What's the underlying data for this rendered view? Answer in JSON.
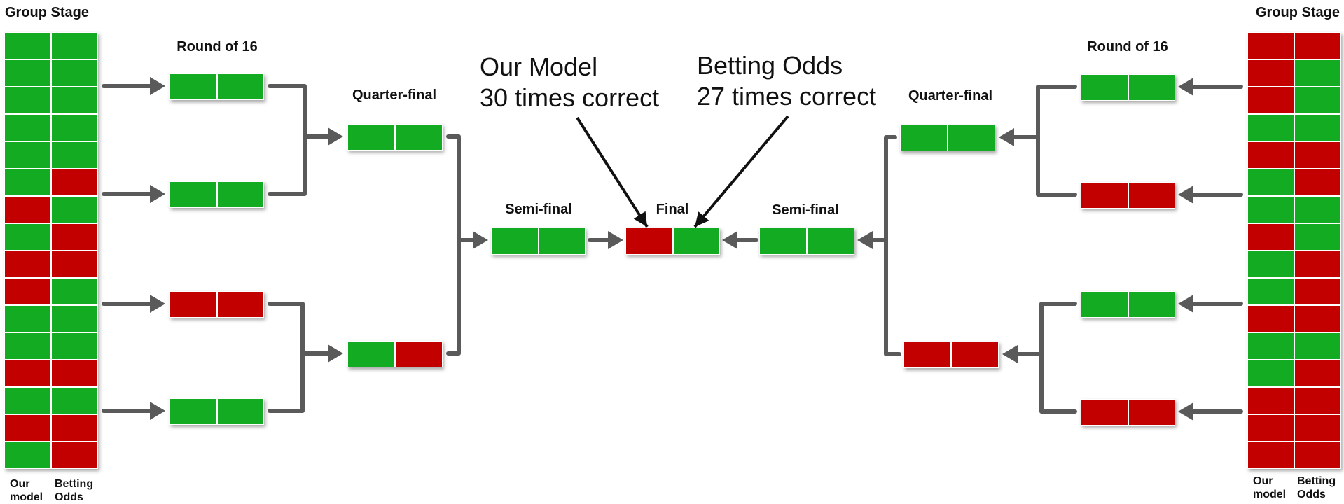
{
  "colors": {
    "correct": "#12ab22",
    "incorrect": "#c20000",
    "connector": "#5a5a5a"
  },
  "labels": {
    "group_stage": "Group Stage",
    "round_of_16": "Round of 16",
    "quarter_final": "Quarter-final",
    "semi_final": "Semi-final",
    "final": "Final",
    "our_model": "Our\nmodel",
    "betting_odds": "Betting\nOdds"
  },
  "annotations": {
    "our_model_line1": "Our Model",
    "our_model_line2": "30 times correct",
    "betting_line1": "Betting Odds",
    "betting_line2": "27 times correct"
  },
  "bracket": {
    "group_stage_left": [
      [
        "G",
        "G"
      ],
      [
        "G",
        "G"
      ],
      [
        "G",
        "G"
      ],
      [
        "G",
        "G"
      ],
      [
        "G",
        "G"
      ],
      [
        "G",
        "R"
      ],
      [
        "R",
        "G"
      ],
      [
        "G",
        "R"
      ],
      [
        "R",
        "R"
      ],
      [
        "R",
        "G"
      ],
      [
        "G",
        "G"
      ],
      [
        "G",
        "G"
      ],
      [
        "R",
        "R"
      ],
      [
        "G",
        "G"
      ],
      [
        "R",
        "R"
      ],
      [
        "G",
        "R"
      ]
    ],
    "group_stage_right": [
      [
        "R",
        "R"
      ],
      [
        "R",
        "G"
      ],
      [
        "R",
        "G"
      ],
      [
        "G",
        "G"
      ],
      [
        "R",
        "R"
      ],
      [
        "G",
        "R"
      ],
      [
        "G",
        "G"
      ],
      [
        "R",
        "G"
      ],
      [
        "G",
        "R"
      ],
      [
        "G",
        "R"
      ],
      [
        "R",
        "R"
      ],
      [
        "G",
        "G"
      ],
      [
        "G",
        "R"
      ],
      [
        "R",
        "R"
      ],
      [
        "R",
        "R"
      ],
      [
        "R",
        "R"
      ]
    ],
    "round_of_16_left": [
      [
        "G",
        "G"
      ],
      [
        "G",
        "G"
      ],
      [
        "R",
        "R"
      ],
      [
        "G",
        "G"
      ]
    ],
    "round_of_16_right": [
      [
        "G",
        "G"
      ],
      [
        "R",
        "R"
      ],
      [
        "G",
        "G"
      ],
      [
        "R",
        "R"
      ]
    ],
    "quarter_final_left": [
      [
        "G",
        "G"
      ],
      [
        "G",
        "R"
      ]
    ],
    "quarter_final_right": [
      [
        "G",
        "G"
      ],
      [
        "R",
        "R"
      ]
    ],
    "semi_final_left": [
      [
        "G",
        "G"
      ]
    ],
    "semi_final_right": [
      [
        "G",
        "G"
      ]
    ],
    "final": [
      [
        "R",
        "G"
      ]
    ]
  }
}
